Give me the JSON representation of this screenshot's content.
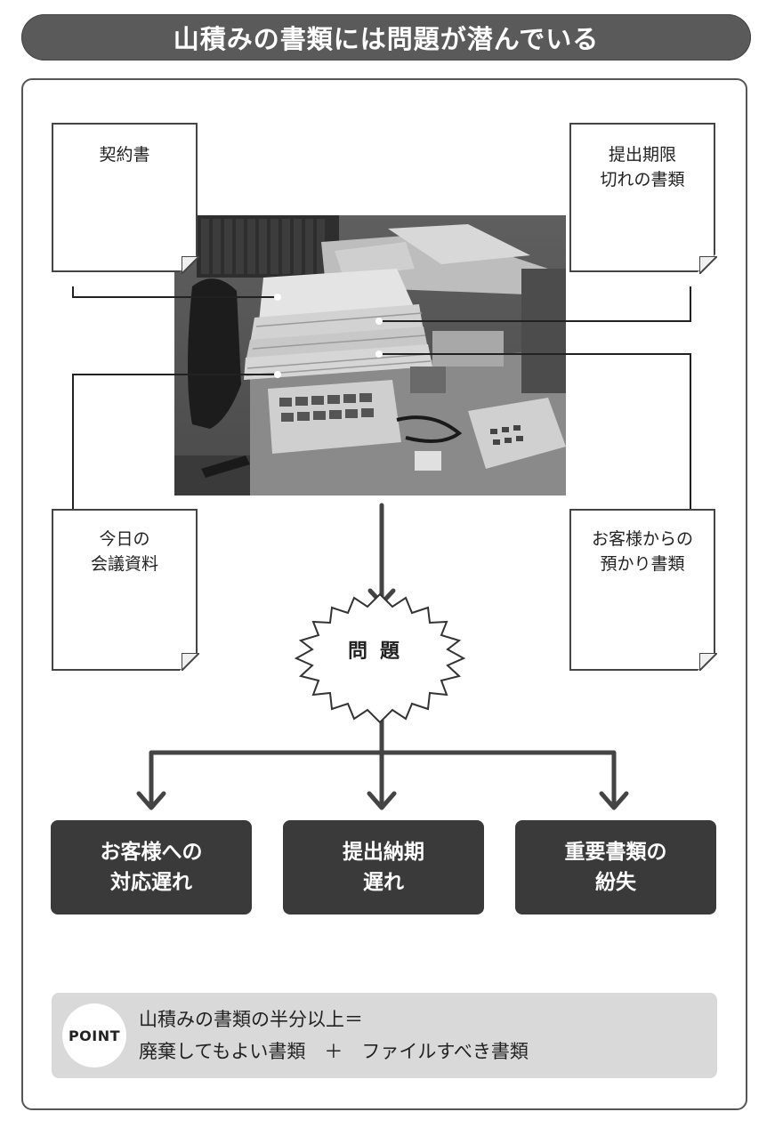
{
  "title": "山積みの書類には問題が潜んでいる",
  "notes": {
    "top_left": [
      "契約書"
    ],
    "top_right": [
      "提出期限",
      "切れの書類"
    ],
    "bottom_left": [
      "今日の",
      "会議資料"
    ],
    "bottom_right": [
      "お客様からの",
      "預かり書類"
    ]
  },
  "problem": "問題",
  "results": [
    [
      "お客様への",
      "対応遅れ"
    ],
    [
      "提出納期",
      "遅れ"
    ],
    [
      "重要書類の",
      "紛失"
    ]
  ],
  "point": {
    "badge": "POINT",
    "line1": "山積みの書類の半分以上＝",
    "line2": "廃棄してもよい書類　＋　ファイルすべき書類"
  },
  "colors": {
    "title_bg": "#5a5a5a",
    "result_bg": "#3a3a3a",
    "point_bg": "#d9d9d9"
  }
}
